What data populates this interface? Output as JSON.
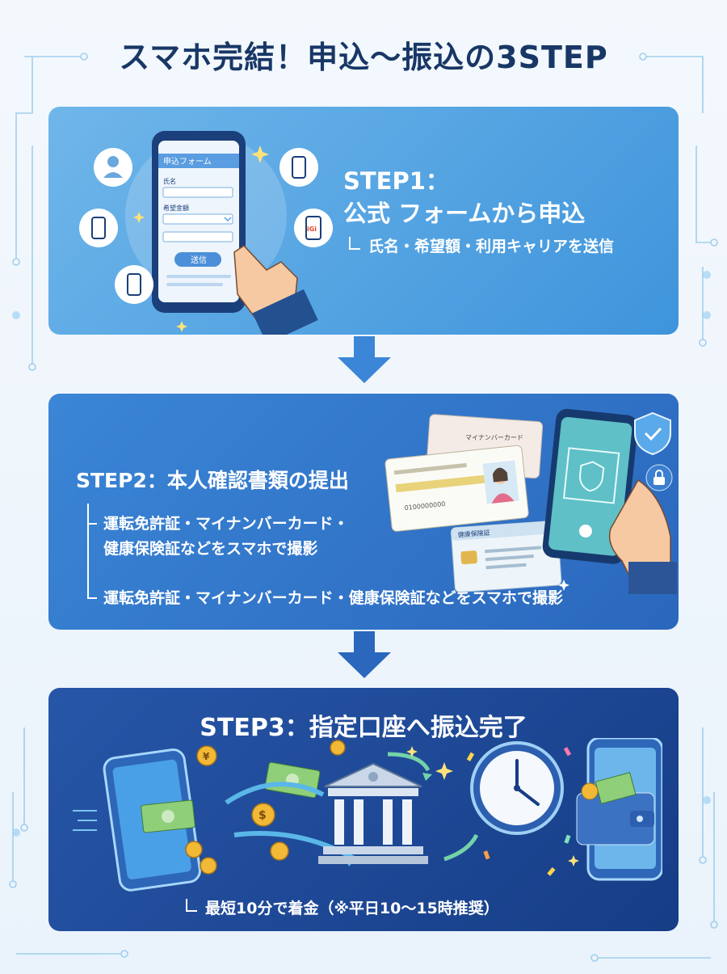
{
  "title": "スマホ完結！申込〜振込の3STEP",
  "step1": {
    "title_line1": "STEP1：",
    "title_line2": "公式 フォームから申込",
    "subtitle": "氏名・希望額・利用キャリアを送信",
    "form": {
      "header": "申込フォーム",
      "name_label": "氏名",
      "amount_label": "希望金額",
      "submit_label": "送信"
    },
    "carrier_badge": "iGi"
  },
  "step2": {
    "title": "STEP2：本人確認書類の提出",
    "line1": "運転免許証・マイナンバーカード・",
    "line2": "健康保険証などをスマホで撮影",
    "line3": "運転免許証・マイナンバーカード・健康保険証などをスマホで撮影",
    "card_label": "マイナンバーカード",
    "insurance_label": "健康保険証",
    "license_number": "0100000000"
  },
  "step3": {
    "title": "STEP3：指定口座へ振込完了",
    "subtitle": "最短10分で着金（※平日10〜15時推奨）"
  },
  "colors": {
    "title": "#183766",
    "card1": "#4fa3e3",
    "card2": "#3178cc",
    "card3": "#1c4694",
    "arrow": "#3b86d6"
  }
}
